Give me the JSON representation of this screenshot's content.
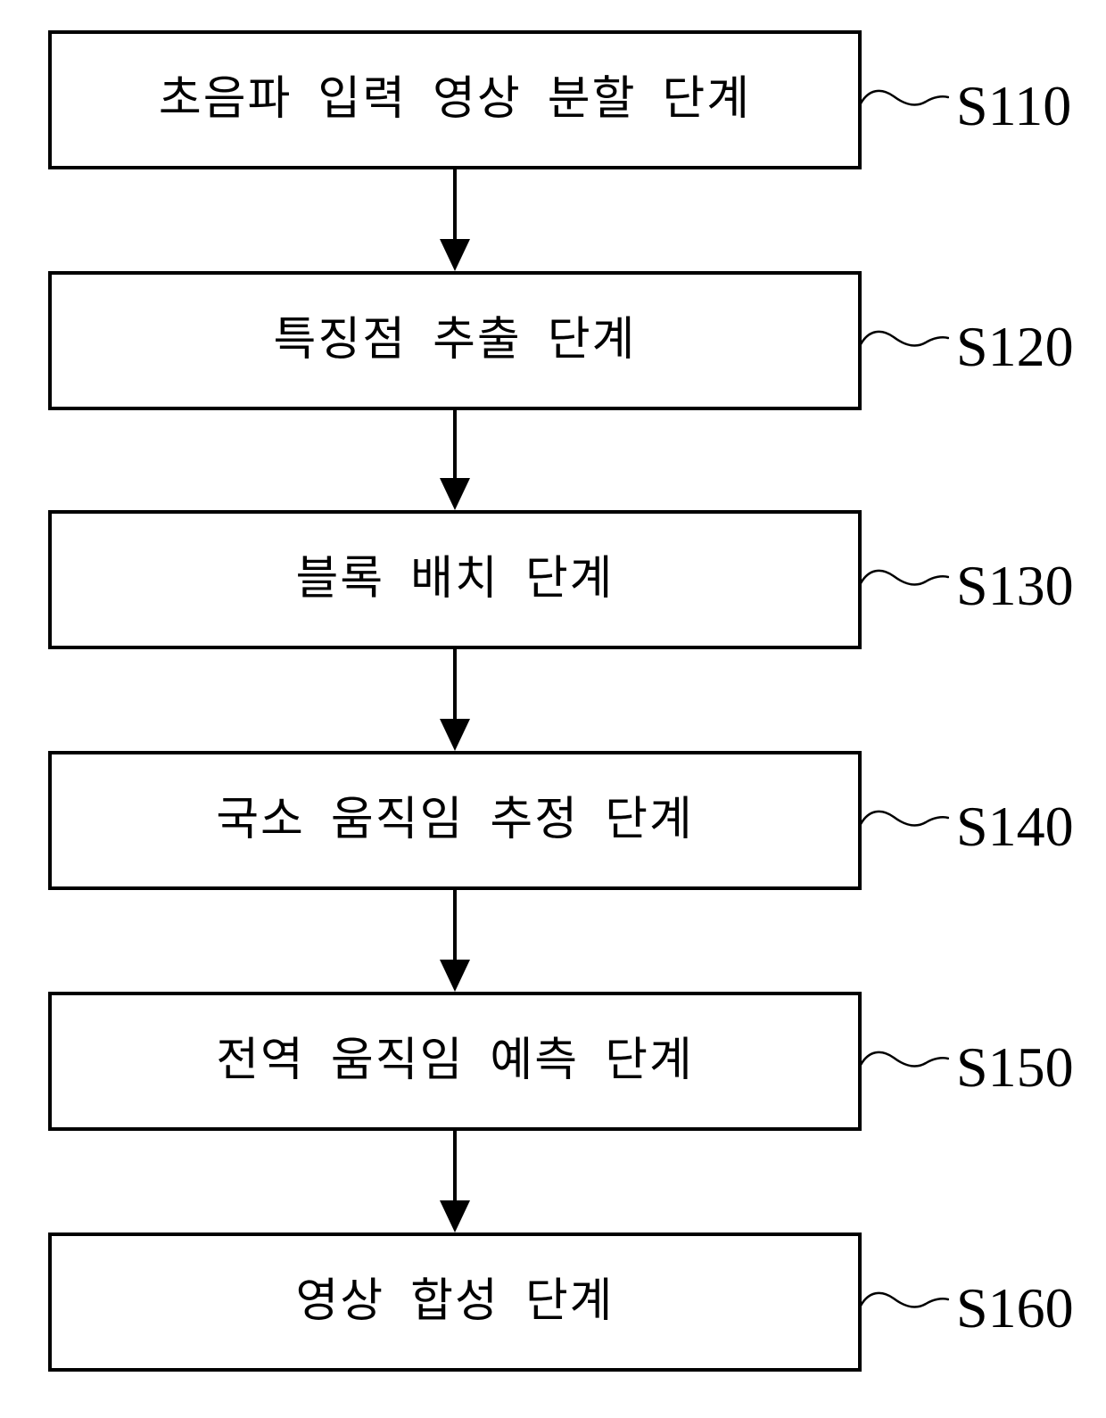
{
  "diagram_type": "flowchart",
  "steps": [
    {
      "label": "초음파 입력 영상 분할 단계",
      "ref": "S110"
    },
    {
      "label": "특징점 추출 단계",
      "ref": "S120"
    },
    {
      "label": "블록 배치 단계",
      "ref": "S130"
    },
    {
      "label": "국소 움직임 추정 단계",
      "ref": "S140"
    },
    {
      "label": "전역 움직임 예측 단계",
      "ref": "S150"
    },
    {
      "label": "영상 합성 단계",
      "ref": "S160"
    }
  ],
  "colors": {
    "line": "#000000",
    "background": "#ffffff"
  }
}
